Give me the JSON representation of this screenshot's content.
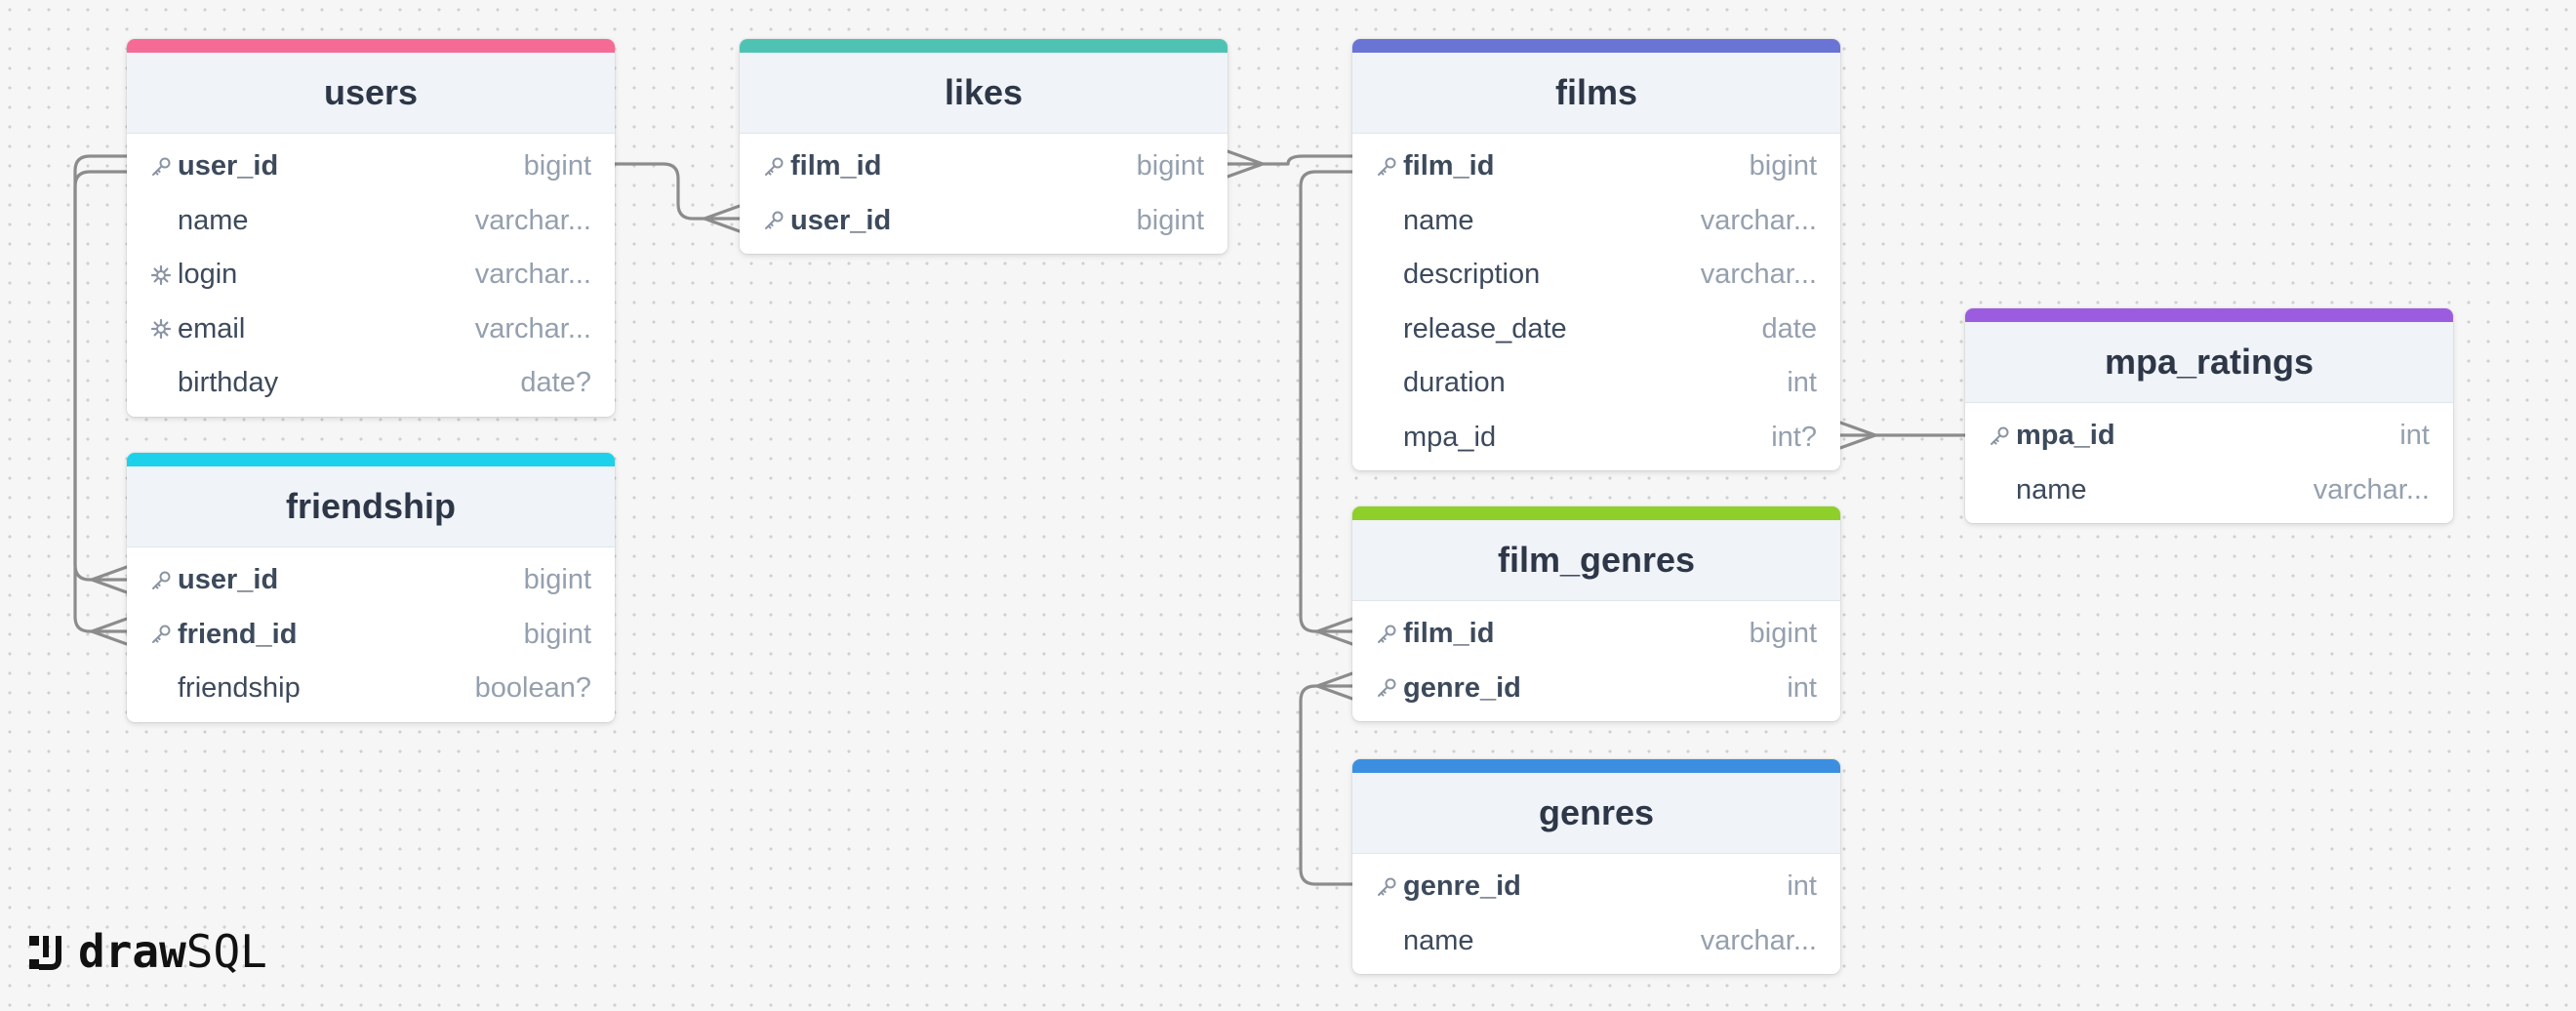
{
  "tables": [
    {
      "name": "users",
      "color": "#f56b95",
      "fields": [
        {
          "name": "user_id",
          "type": "bigint",
          "icon": "key-icon"
        },
        {
          "name": "name",
          "type": "varchar...",
          "icon": ""
        },
        {
          "name": "login",
          "type": "varchar...",
          "icon": "unique-icon"
        },
        {
          "name": "email",
          "type": "varchar...",
          "icon": "unique-icon"
        },
        {
          "name": "birthday",
          "type": "date?",
          "icon": ""
        }
      ]
    },
    {
      "name": "friendship",
      "color": "#1dd1ea",
      "fields": [
        {
          "name": "user_id",
          "type": "bigint",
          "icon": "key-icon"
        },
        {
          "name": "friend_id",
          "type": "bigint",
          "icon": "key-icon"
        },
        {
          "name": "friendship",
          "type": "boolean?",
          "icon": ""
        }
      ]
    },
    {
      "name": "likes",
      "color": "#4fc3b3",
      "fields": [
        {
          "name": "film_id",
          "type": "bigint",
          "icon": "key-icon"
        },
        {
          "name": "user_id",
          "type": "bigint",
          "icon": "key-icon"
        }
      ]
    },
    {
      "name": "films",
      "color": "#6a74d5",
      "fields": [
        {
          "name": "film_id",
          "type": "bigint",
          "icon": "key-icon"
        },
        {
          "name": "name",
          "type": "varchar...",
          "icon": ""
        },
        {
          "name": "description",
          "type": "varchar...",
          "icon": ""
        },
        {
          "name": "release_date",
          "type": "date",
          "icon": ""
        },
        {
          "name": "duration",
          "type": "int",
          "icon": ""
        },
        {
          "name": "mpa_id",
          "type": "int?",
          "icon": ""
        }
      ]
    },
    {
      "name": "film_genres",
      "color": "#8fcf2a",
      "fields": [
        {
          "name": "film_id",
          "type": "bigint",
          "icon": "key-icon"
        },
        {
          "name": "genre_id",
          "type": "int",
          "icon": "key-icon"
        }
      ]
    },
    {
      "name": "genres",
      "color": "#3c8fe0",
      "fields": [
        {
          "name": "genre_id",
          "type": "int",
          "icon": "key-icon"
        },
        {
          "name": "name",
          "type": "varchar...",
          "icon": ""
        }
      ]
    },
    {
      "name": "mpa_ratings",
      "color": "#9c5ce0",
      "fields": [
        {
          "name": "mpa_id",
          "type": "int",
          "icon": "key-icon"
        },
        {
          "name": "name",
          "type": "varchar...",
          "icon": ""
        }
      ]
    }
  ],
  "relationships": [
    {
      "from": "users.user_id",
      "to": "likes.user_id",
      "cardinality": "one-to-many"
    },
    {
      "from": "users.user_id",
      "to": "friendship.user_id",
      "cardinality": "one-to-many"
    },
    {
      "from": "users.user_id",
      "to": "friendship.friend_id",
      "cardinality": "one-to-many"
    },
    {
      "from": "films.film_id",
      "to": "likes.film_id",
      "cardinality": "one-to-many"
    },
    {
      "from": "films.film_id",
      "to": "film_genres.film_id",
      "cardinality": "one-to-many"
    },
    {
      "from": "genres.genre_id",
      "to": "film_genres.genre_id",
      "cardinality": "one-to-many"
    },
    {
      "from": "mpa_ratings.mpa_id",
      "to": "films.mpa_id",
      "cardinality": "one-to-many"
    }
  ],
  "logo": {
    "part1": "draw",
    "part2": "SQL"
  }
}
